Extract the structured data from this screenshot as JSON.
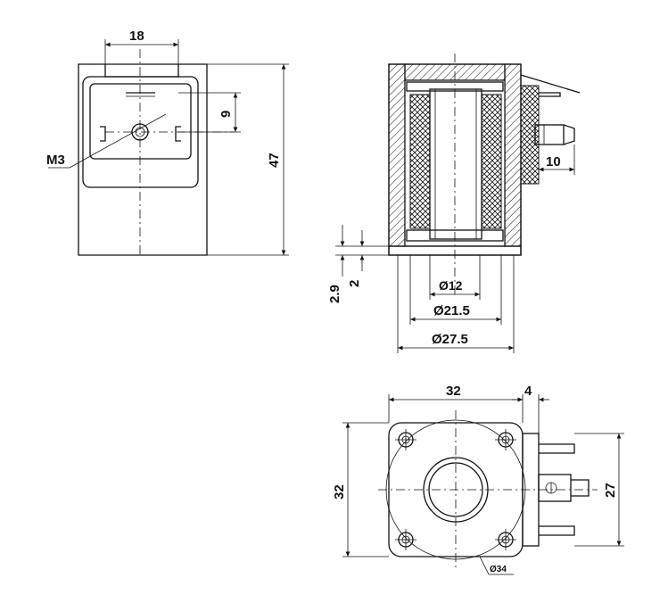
{
  "dimensions": {
    "front_width": "18",
    "front_offset": "9",
    "front_height": "47",
    "thread": "M3",
    "section_pin": "10",
    "section_h1": "2.9",
    "section_h2": "2",
    "dia_inner": "Ø12",
    "dia_mid": "Ø21.5",
    "dia_outer": "Ø27.5",
    "bottom_width": "32",
    "bottom_offset": "4",
    "bottom_height": "32",
    "bottom_pin_span": "27",
    "bottom_dia": "Ø34"
  }
}
